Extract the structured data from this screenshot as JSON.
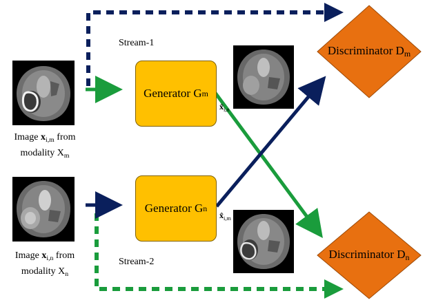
{
  "stream_1": "Stream-1",
  "stream_2": "Stream-2",
  "generator_m": {
    "label": "Generator G",
    "sub": "m"
  },
  "generator_n": {
    "label": "Generator G",
    "sub": "n"
  },
  "discriminator_m": {
    "label": "Discriminator D",
    "sub": "m"
  },
  "discriminator_n": {
    "label": "Discriminator D",
    "sub": "n"
  },
  "caption_m": {
    "pre": "Image ",
    "var": "x",
    "var_sub": "i,m",
    "post": " from",
    "line2": "modality X",
    "line2_sub": "m"
  },
  "caption_n": {
    "pre": "Image ",
    "var": "x",
    "var_sub": "i,n",
    "post": " from",
    "line2": "modality X",
    "line2_sub": "n"
  },
  "output_m": {
    "var": "x̂",
    "sub": "i,n"
  },
  "output_n": {
    "var": "x̂",
    "sub": "i,m"
  },
  "colors": {
    "stream1": "#1a9c3c",
    "stream2": "#0a1f5c",
    "generator": "#FFC000",
    "discriminator": "#E87010"
  }
}
